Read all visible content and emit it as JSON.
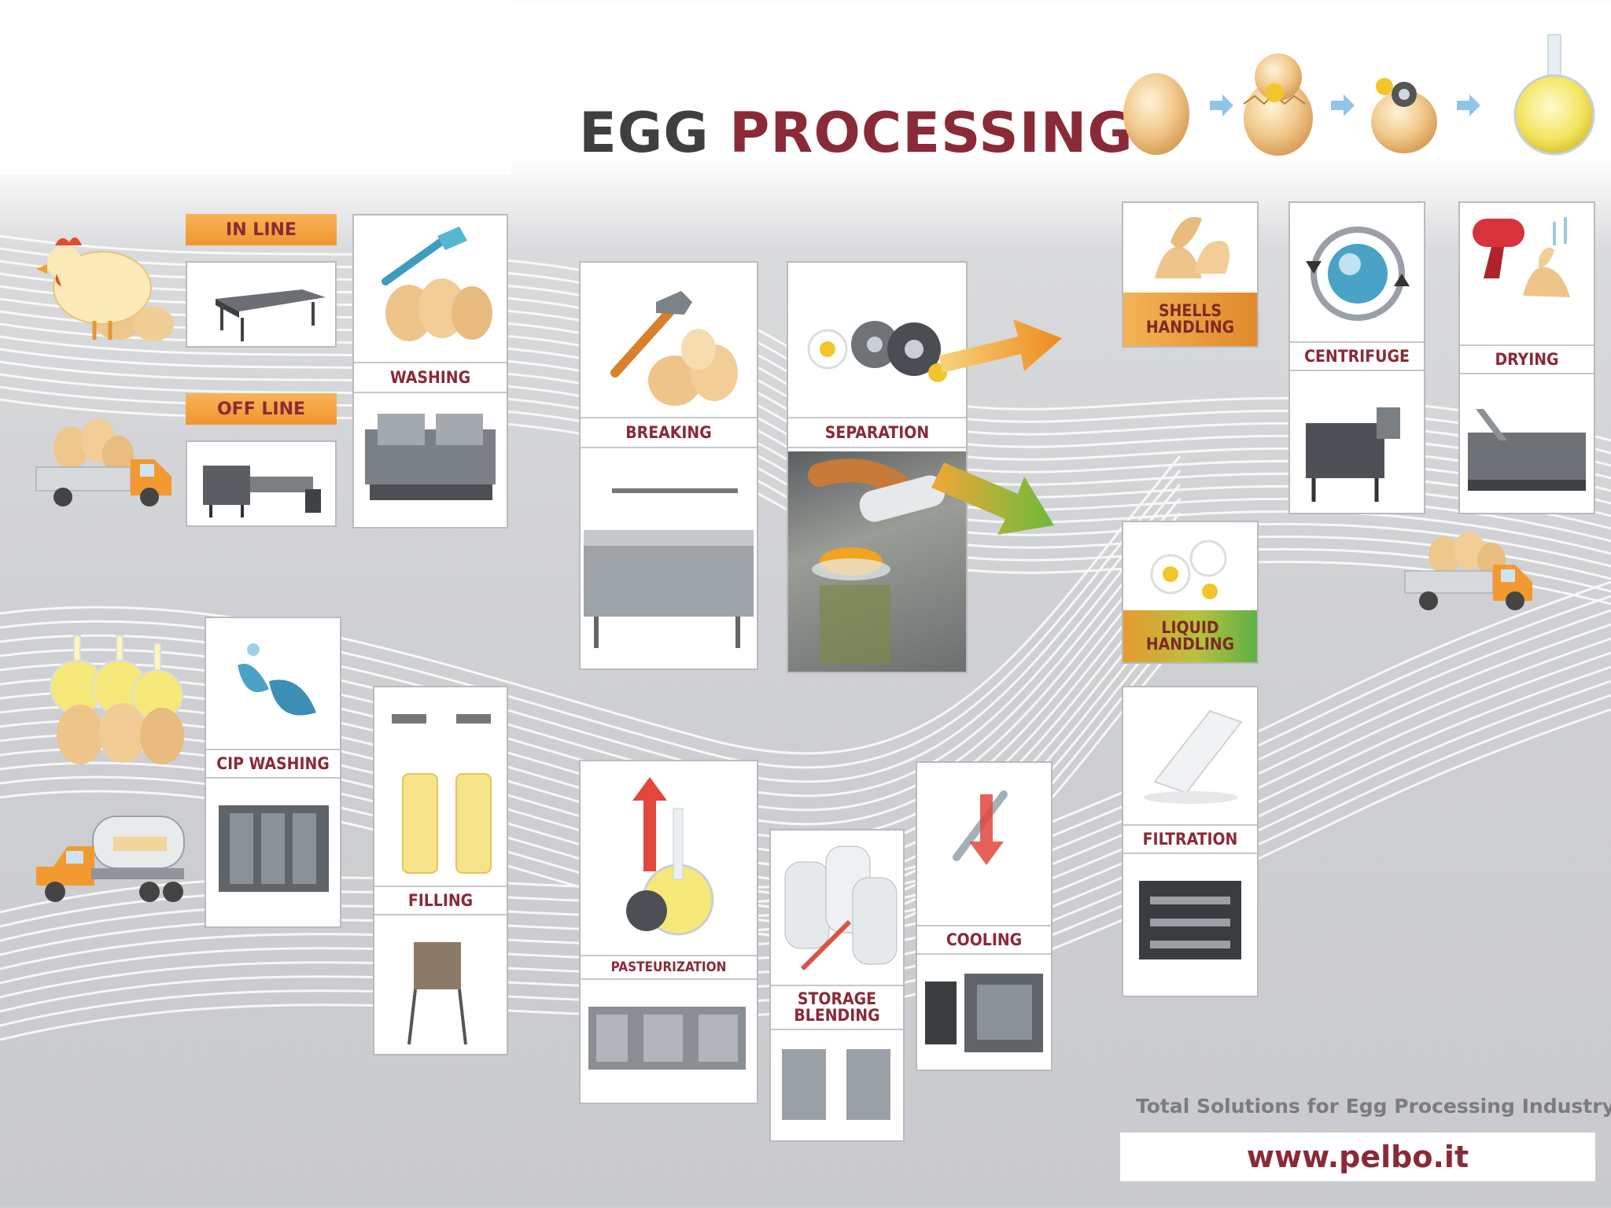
{
  "title": {
    "word1": "EGG",
    "word2": "PROCESSING"
  },
  "tags": {
    "in_line": "IN LINE",
    "off_line": "OFF LINE"
  },
  "labels": {
    "washing": "WASHING",
    "breaking": "BREAKING",
    "separation": "SEPARATION",
    "shells_handling": "SHELLS\nHANDLING",
    "centrifuge": "CENTRIFUGE",
    "drying": "DRYING",
    "liquid_handling": "LIQUID\nHANDLING",
    "filtration": "FILTRATION",
    "cip_washing": "CIP WASHING",
    "filling": "FILLING",
    "pasteurization": "PASTEURIZATION",
    "storage_blending": "STORAGE\nBLENDING",
    "cooling": "COOLING"
  },
  "footer": {
    "tagline": "Total Solutions for Egg Processing Industry",
    "url": "www.pelbo.it"
  },
  "colors": {
    "title_dark": "#3f3f41",
    "title_accent": "#8a2a36",
    "label_text": "#8a2a36",
    "tag_orange": "#f3a244",
    "arrow_orange": "#f0a03a",
    "arrow_green": "#7cbf3e"
  },
  "icons": [
    "hen-icon",
    "egg-truck-icon",
    "tanker-truck-icon",
    "flask-eggs-icon",
    "egg-to-liquid-sequence-icon",
    "hammer-icon",
    "gears-icon",
    "hair-dryer-icon"
  ]
}
